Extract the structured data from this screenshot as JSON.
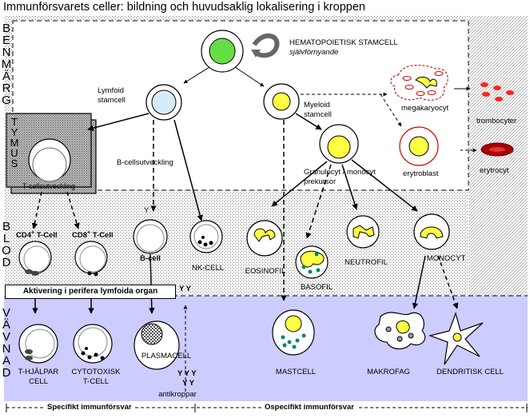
{
  "title": "Immunförsvarets celler: bildning och huvudsaklig lokalisering i kroppen",
  "regions": {
    "benmarg": [
      "B",
      "E",
      "N",
      "M",
      "Ä",
      "R",
      "G"
    ],
    "tymus": [
      "T",
      "Y",
      "M",
      "U",
      "S"
    ],
    "blod": [
      "B",
      "L",
      "O",
      "D"
    ],
    "vavnad": [
      "V",
      "Ä",
      "V",
      "N",
      "A",
      "D"
    ]
  },
  "labels": {
    "stem_title": "HEMATOPOIETISK STAMCELL",
    "stem_sub": "självförnyande",
    "lymphoid_1": "Lymfoid",
    "lymphoid_2": "stamcell",
    "myeloid_1": "Myeloid",
    "myeloid_2": "stamcell",
    "megakaryocyt": "megakaryocyt",
    "trombocyter": "trombocyter",
    "erytroblast": "erytroblast",
    "erytrocyt": "erytrocyt",
    "granulo_1": "Granulocyt / monocyt",
    "granulo_2": "prekursor",
    "b_dev": "B-cellsutveckling",
    "t_dev": "T-cellsutveckling",
    "cd4": "CD4",
    "cd8": "CD8",
    "sup": "+",
    "t_cell": "T-Cell",
    "b_cell": "B-cell",
    "nk_cell": "NK-CELL",
    "eosinofil": "EOSINOFIL",
    "basofil": "BASOFIL",
    "neutrofil": "NEUTROFIL",
    "monocyt": "MONOCYT",
    "activation": "Aktivering i perifera lymfoida organ",
    "plasmacell": "PLASMACELL",
    "antikroppar": "antikroppar",
    "mastcell": "MASTCELL",
    "makrofag": "MAKROFAG",
    "dendritisk": "DENDRITISK CELL",
    "t_help_1": "T-HJÄLPAR",
    "t_help_2": "CELL",
    "cyto_1": "CYTOTOXISK",
    "cyto_2": "T-CELL",
    "specific": "Specifikt immunförsvar",
    "unspecific": "Ospecifikt immunförsvar",
    "y_small": "Y",
    "yy": "Y Y",
    "ab_1": "Y Y Y",
    "ab_2": "Y Y"
  },
  "colors": {
    "stem": "#66dd44",
    "lymphoid": "#d6ecfa",
    "myeloid": "#ffff44",
    "erythro": "#cc0000",
    "tissue_bg": "#ccccff",
    "granule_green": "#008866",
    "nucleus_purple": "#9a96c8"
  }
}
